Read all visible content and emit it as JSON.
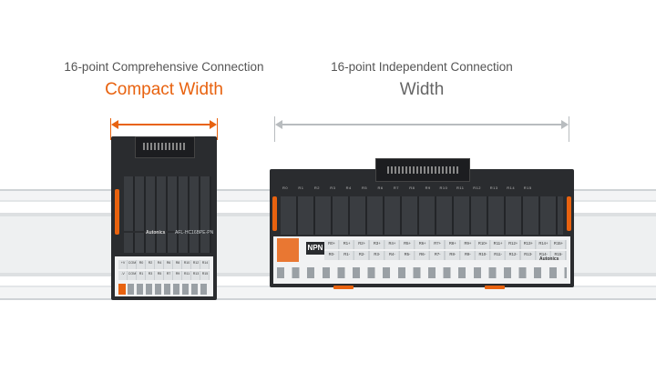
{
  "left_caption": {
    "sub": "16-point Comprehensive Connection",
    "main": "Compact Width"
  },
  "right_caption": {
    "sub": "16-point Independent Connection",
    "main": "Width"
  },
  "colors": {
    "accent": "#e8620f",
    "grey": "#b8bcbf",
    "module": "#2a2c2f"
  },
  "compact_module": {
    "brand": "Autonics",
    "model": "AFL-HC16BPE-PN",
    "terminal_top": [
      "+V",
      "COM",
      "R0",
      "R2",
      "R4",
      "R6",
      "R8",
      "R10",
      "R12",
      "R14"
    ],
    "terminal_bottom": [
      "-V",
      "COM",
      "R1",
      "R3",
      "R5",
      "R7",
      "R9",
      "R11",
      "R13",
      "R15"
    ]
  },
  "wide_module": {
    "brand": "Autonics",
    "npn": "NPN",
    "top_channels": [
      "R0",
      "R1",
      "R2",
      "R3",
      "R4",
      "R5",
      "R6",
      "R7",
      "R8",
      "R9",
      "R10",
      "R11",
      "R12",
      "R13",
      "R14",
      "R15"
    ],
    "plus_labels": [
      "R0+",
      "R1+",
      "R2+",
      "R3+",
      "R4+",
      "R5+",
      "R6+",
      "R7+",
      "R8+",
      "R9+",
      "R10+",
      "R11+",
      "R12+",
      "R13+",
      "R14+",
      "R15+"
    ],
    "minus_labels": [
      "R0-",
      "R1-",
      "R2-",
      "R3-",
      "R4-",
      "R5-",
      "R6-",
      "R7-",
      "R8-",
      "R9-",
      "R10-",
      "R11-",
      "R12-",
      "R13-",
      "R14-",
      "R15-"
    ]
  }
}
